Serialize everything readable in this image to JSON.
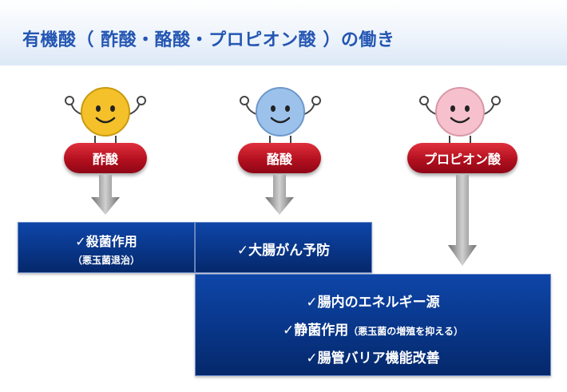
{
  "title": "有機酸（ 酢酸・酪酸・プロピオン酸 ）の働き",
  "acids": [
    {
      "label": "酢酸",
      "face_color": "#f5c12a",
      "face_stroke": "#c99a10"
    },
    {
      "label": "酪酸",
      "face_color": "#9cc2ec",
      "face_stroke": "#6d98cb"
    },
    {
      "label": "プロピオン酸",
      "face_color": "#f6c1cd",
      "face_stroke": "#d897a6"
    }
  ],
  "effects": {
    "box1": {
      "line1": "✓殺菌作用",
      "line2": "（悪玉菌退治）"
    },
    "box2": {
      "line1": "✓大腸がん予防"
    },
    "box3": {
      "line1": "✓腸内のエネルギー源",
      "line2_main": "✓静菌作用",
      "line2_sub": "（悪玉菌の増殖を抑える）",
      "line3": "✓腸管バリア機能改善"
    }
  },
  "colors": {
    "title": "#2456b3",
    "pill": "#b3101f",
    "box": "#0a3a91",
    "arrow": "#8c8c8c"
  }
}
